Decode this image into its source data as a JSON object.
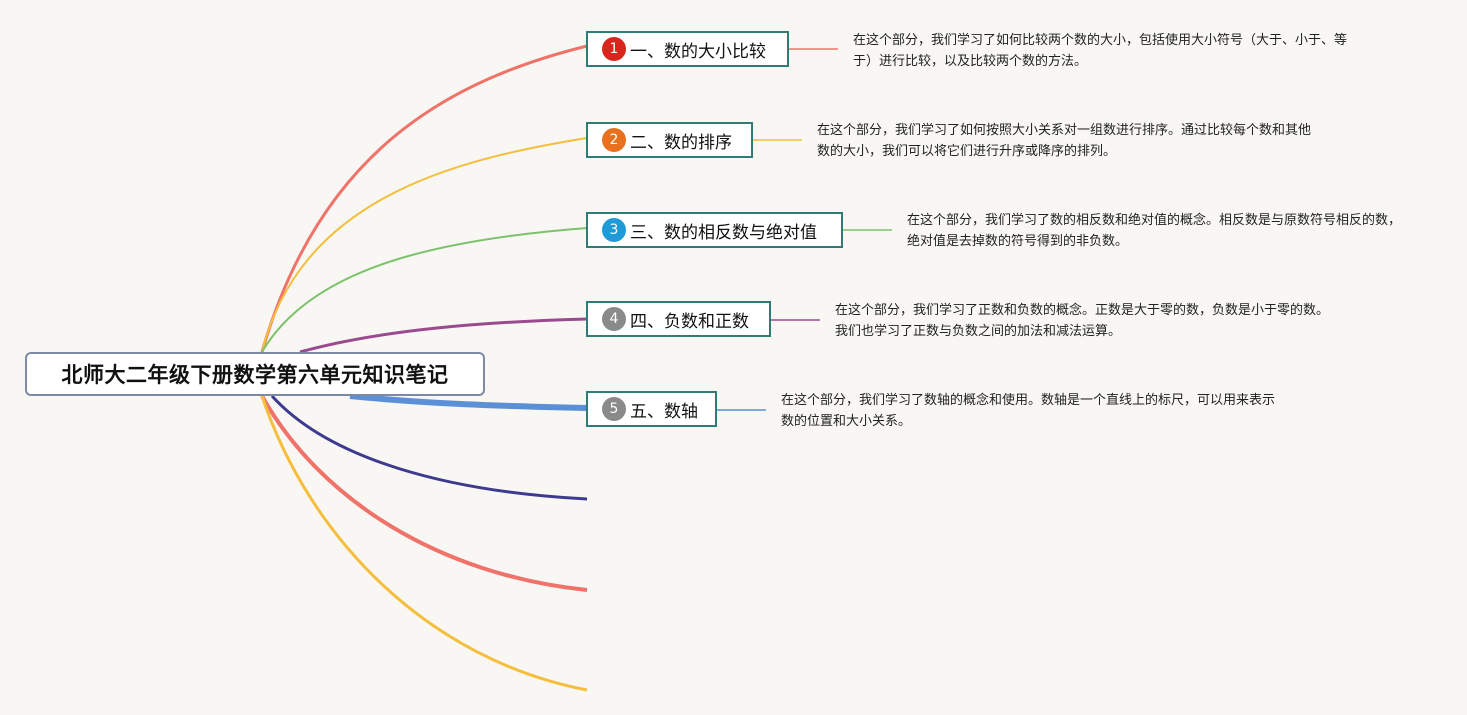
{
  "root": {
    "title": "北师大二年级下册数学第六单元知识笔记"
  },
  "topics": [
    {
      "number": "1",
      "label": "一、数的大小比较",
      "color": "#f0736a",
      "badge_color": "#d9261c",
      "note": "在这个部分，我们学习了如何比较两个数的大小，包括使用大小符号（大于、小于、等于）进行比较，以及比较两个数的方法。"
    },
    {
      "number": "2",
      "label": "二、数的排序",
      "color": "#f5be3c",
      "badge_color": "#e8711f",
      "note": "在这个部分，我们学习了如何按照大小关系对一组数进行排序。通过比较每个数和其他数的大小，我们可以将它们进行升序或降序的排列。"
    },
    {
      "number": "3",
      "label": "三、数的相反数与绝对值",
      "color": "#7cc26b",
      "badge_color": "#1e9ad6",
      "note": "在这个部分，我们学习了数的相反数和绝对值的概念。相反数是与原数符号相反的数，绝对值是去掉数的符号得到的非负数。"
    },
    {
      "number": "4",
      "label": "四、负数和正数",
      "color": "#9c4a90",
      "badge_color": "#8a8a8a",
      "note": "在这个部分，我们学习了正数和负数的概念。正数是大于零的数，负数是小于零的数。我们也学习了正数与负数之间的加法和减法运算。"
    },
    {
      "number": "5",
      "label": "五、数轴",
      "color": "#5b8fd6",
      "badge_color": "#8a8a8a",
      "note": "在这个部分，我们学习了数轴的概念和使用。数轴是一个直线上的标尺，可以用来表示数的位置和大小关系。"
    }
  ],
  "empty_branches": [
    {
      "color": "#3d3a8f"
    },
    {
      "color": "#f0736a"
    },
    {
      "color": "#f5be3c"
    }
  ]
}
